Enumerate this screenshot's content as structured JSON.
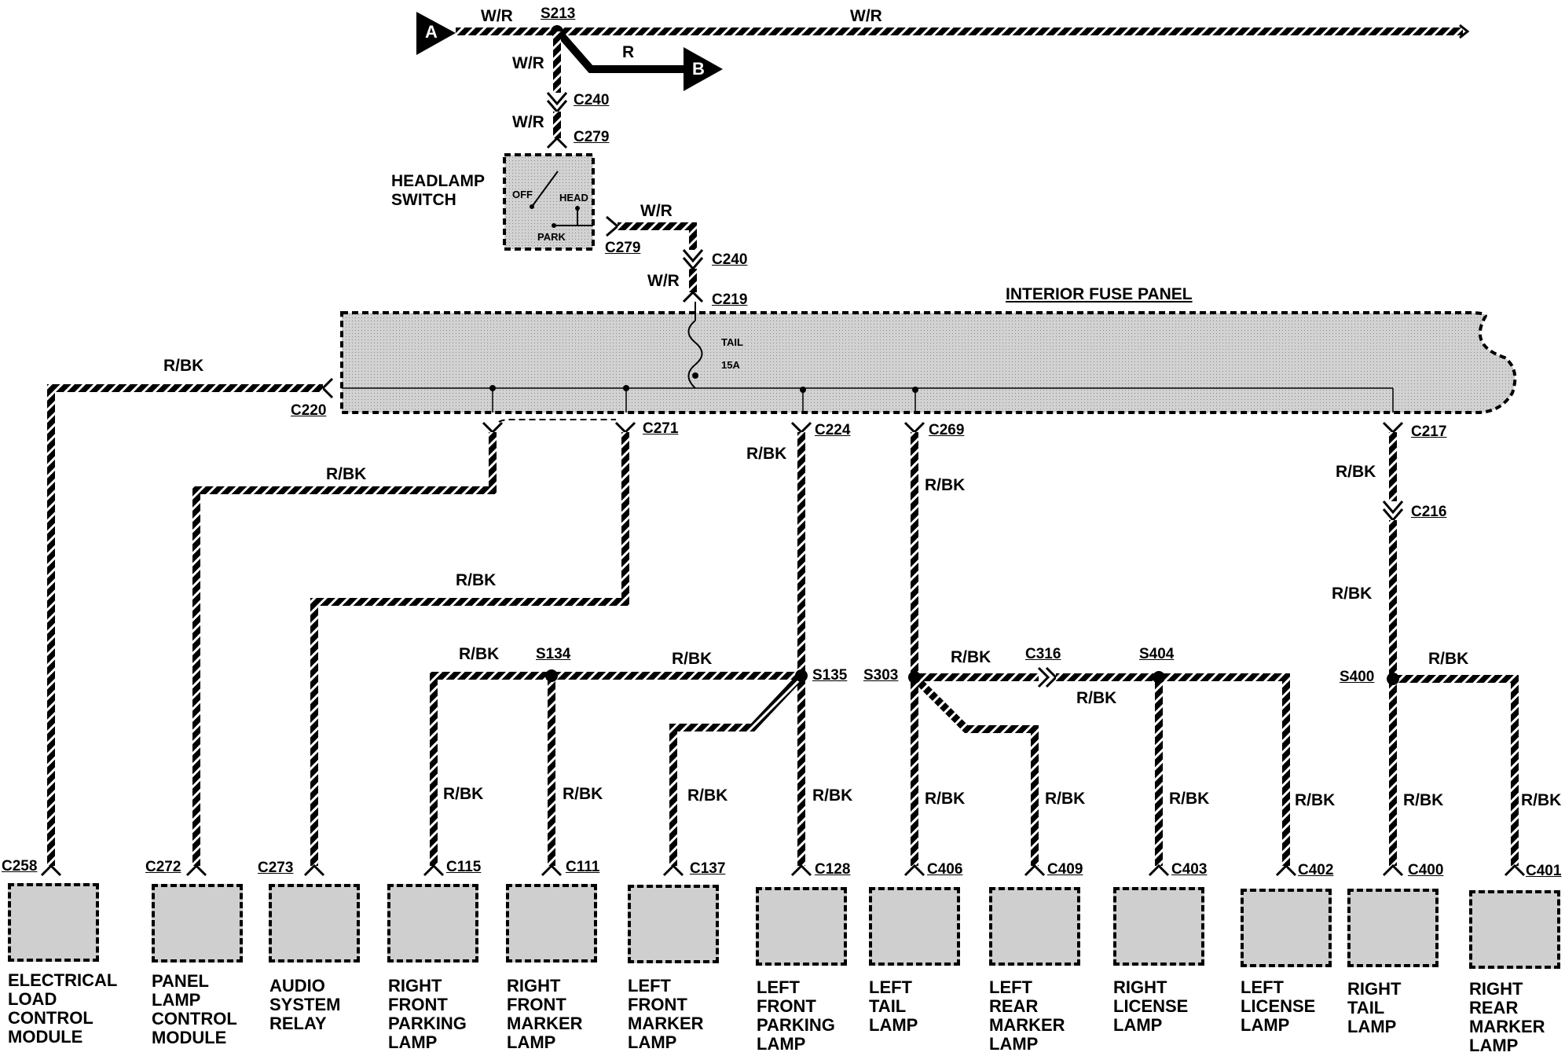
{
  "refs": {
    "a": "A",
    "b": "B"
  },
  "splices": {
    "s213": "S213",
    "s134": "S134",
    "s135": "S135",
    "s303": "S303",
    "s404": "S404",
    "s400": "S400"
  },
  "wires": {
    "wr": "W/R",
    "r": "R",
    "rbk": "R/BK"
  },
  "connectors": {
    "c240": "C240",
    "c279": "C279",
    "c219": "C219",
    "c220": "C220",
    "c271": "C271",
    "c224": "C224",
    "c269": "C269",
    "c217": "C217",
    "c216": "C216",
    "c316": "C316",
    "c258": "C258",
    "c272": "C272",
    "c273": "C273",
    "c115": "C115",
    "c111": "C111",
    "c137": "C137",
    "c128": "C128",
    "c406": "C406",
    "c409": "C409",
    "c403": "C403",
    "c402": "C402",
    "c400": "C400",
    "c401": "C401"
  },
  "headlamp_switch": {
    "name": "HEADLAMP\nSWITCH",
    "off": "OFF",
    "head": "HEAD",
    "park": "PARK"
  },
  "fuse_panel": {
    "title": "INTERIOR FUSE PANEL",
    "fuse_name": "TAIL",
    "fuse_rating": "15A"
  },
  "components": [
    "ELECTRICAL\nLOAD\nCONTROL\nMODULE",
    "PANEL\nLAMP\nCONTROL\nMODULE",
    "AUDIO\nSYSTEM\nRELAY",
    "RIGHT\nFRONT\nPARKING\nLAMP",
    "RIGHT\nFRONT\nMARKER\nLAMP",
    "LEFT\nFRONT\nMARKER\nLAMP",
    "LEFT\nFRONT\nPARKING\nLAMP",
    "LEFT\nTAIL\nLAMP",
    "LEFT\nREAR\nMARKER\nLAMP",
    "RIGHT\nLICENSE\nLAMP",
    "LEFT\nLICENSE\nLAMP",
    "RIGHT\nTAIL\nLAMP",
    "RIGHT\nREAR\nMARKER\nLAMP"
  ]
}
